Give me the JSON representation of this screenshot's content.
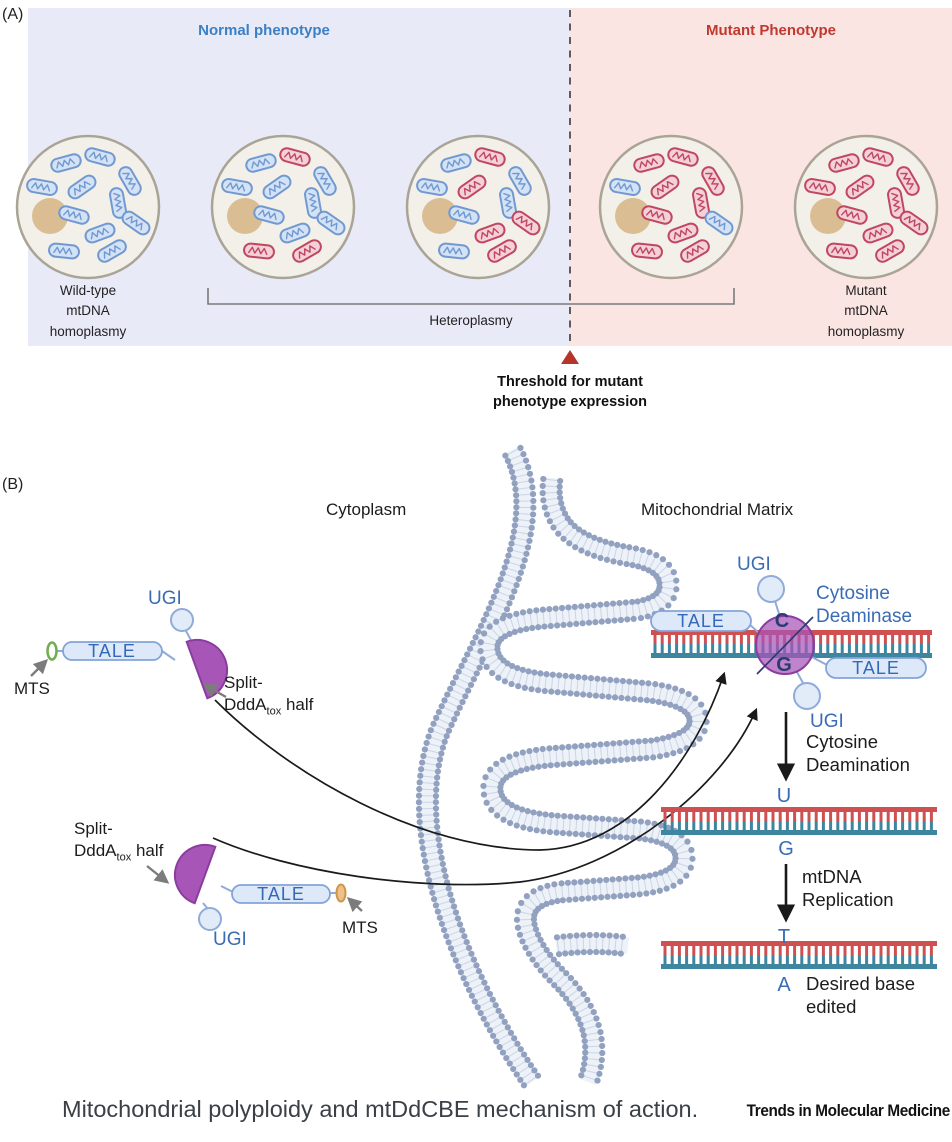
{
  "panel_a": {
    "tag": "(A)",
    "normal_phenotype_label": "Normal phenotype",
    "mutant_phenotype_label": "Mutant Phenotype",
    "wild_type_label": "Wild-type\nmtDNA\nhomoplasmy",
    "heteroplasmy_label": "Heteroplasmy",
    "mutant_homoplasmy_label": "Mutant\nmtDNA\nhomoplasmy",
    "threshold_label": "Threshold for mutant\nphenotype expression",
    "cells": [
      {
        "id": "wild-type",
        "mitos": [
          "b",
          "b",
          "b",
          "b",
          "b",
          "b",
          "b",
          "b",
          "b",
          "b",
          "b"
        ]
      },
      {
        "id": "hetero-low",
        "mitos": [
          "b",
          "r",
          "b",
          "b",
          "b",
          "b",
          "b",
          "b",
          "b",
          "r",
          "r"
        ]
      },
      {
        "id": "hetero-mid",
        "mitos": [
          "b",
          "r",
          "b",
          "b",
          "r",
          "b",
          "r",
          "b",
          "r",
          "b",
          "r"
        ]
      },
      {
        "id": "hetero-high",
        "mitos": [
          "r",
          "r",
          "r",
          "b",
          "r",
          "r",
          "b",
          "r",
          "r",
          "r",
          "r"
        ]
      },
      {
        "id": "mutant",
        "mitos": [
          "r",
          "r",
          "r",
          "r",
          "r",
          "r",
          "r",
          "r",
          "r",
          "r",
          "r"
        ]
      }
    ]
  },
  "panel_b": {
    "tag": "(B)",
    "cytoplasm_label": "Cytoplasm",
    "matrix_label": "Mitochondrial Matrix",
    "ugi_label": "UGI",
    "tale_label": "TALE",
    "mts_label": "MTS",
    "split_ddda": {
      "line1": "Split-",
      "pre": "DddA",
      "sub": "tox",
      "post": " half"
    },
    "cytosine_deaminase_label": "Cytosine\nDeaminase",
    "cytosine_deamination_label": "Cytosine\nDeamination",
    "mtdna_replication_label": "mtDNA\nReplication",
    "desired_base_label": "Desired base\nedited",
    "bases": {
      "c": "C",
      "g_complex": "G",
      "u": "U",
      "g_strand": "G",
      "t": "T",
      "a": "A"
    }
  },
  "caption": {
    "title": "Mitochondrial polyploidy and mtDdCBE mechanism of action.",
    "journal": "Trends in Molecular Medicine"
  },
  "colors": {
    "bg_normal": "#e9eaf8",
    "bg_mutant": "#fbe5e2",
    "normal_text": "#3b7fc4",
    "mutant_text": "#c0392f",
    "cell_fill": "#f2f0e8",
    "cell_stroke": "#aaa497",
    "nucleus": "#dabd92",
    "mito_blue_stroke": "#7199d1",
    "mito_blue_fill": "#d4e2f5",
    "mito_red_stroke": "#bf4760",
    "mito_red_fill": "#f4d1d8",
    "divider": "#4d4d4d",
    "threshold_arrow": "#b5352a",
    "bracket": "#7a7a7a",
    "membrane_dot": "#91a1bf",
    "membrane_band": "#edf1f8",
    "membrane_tail": "#ccd5e6",
    "tale_fill": "#dde9f8",
    "tale_stroke": "#83a4d9",
    "tale_text": "#3468b8",
    "ugi_fill": "#e2ebf8",
    "ugi_stroke": "#8fabda",
    "blue_label": "#3a6cb5",
    "purple_fill": "#a855b8",
    "purple_stroke": "#8a3d9e",
    "mts_green": "#70ae4e",
    "mts_orange_fill": "#eec08a",
    "mts_orange_stroke": "#cd9648",
    "dna_red": "#cf5050",
    "dna_teal": "#3e85a0",
    "letter_navy": "#2c3c72",
    "arrow_black": "#1a1a1a",
    "arrow_gray": "#7c7c7c"
  }
}
